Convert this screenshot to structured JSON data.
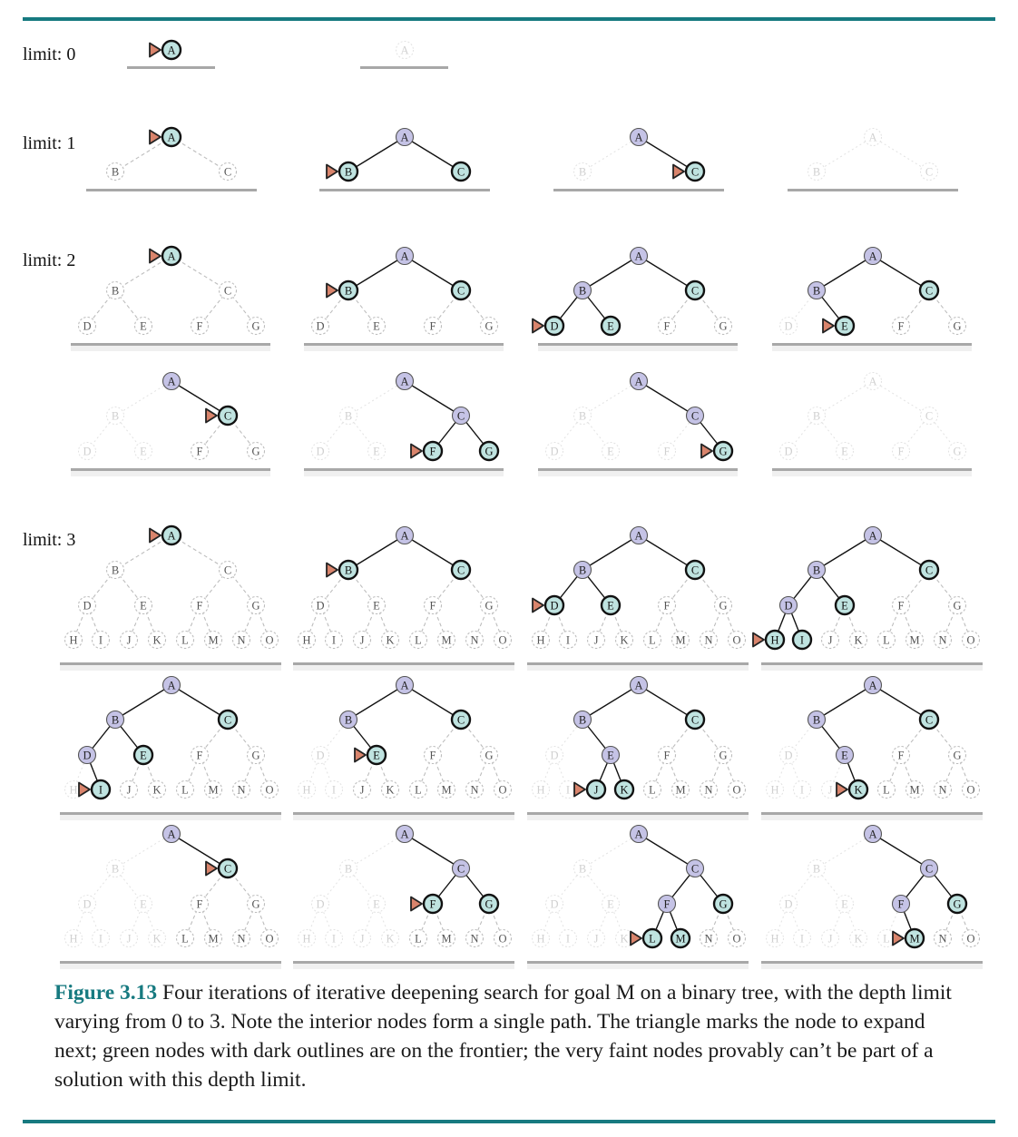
{
  "figure": {
    "row_labels": [
      "limit: 0",
      "limit: 1",
      "limit: 2",
      "limit: 3"
    ],
    "node_names": [
      "A",
      "B",
      "C",
      "D",
      "E",
      "F",
      "G",
      "H",
      "I",
      "J",
      "K",
      "L",
      "M",
      "N",
      "O"
    ],
    "colors": {
      "rule": "#177a80",
      "interior": "#c5c3e6",
      "frontier": "#bfe3e0",
      "marker": "#d9846c",
      "dark": "#111111",
      "dashed": "#bdbdbd",
      "faint": "#e2e2e2",
      "baseline": "#a8a8a8"
    },
    "legend_meaning": {
      "interior": "expanded interior node on current path",
      "frontier": "green node with dark outline = on the frontier",
      "marker": "triangle marks the node to expand next",
      "unexplored": "dashed = not yet generated",
      "faint": "very faint = provably can't be part of a solution"
    },
    "snapshots": [
      {
        "id": "L0-1",
        "limit": 0,
        "marker": "A",
        "interior": [],
        "frontier": [
          "A"
        ],
        "faint": []
      },
      {
        "id": "L0-2",
        "limit": 0,
        "marker": null,
        "interior": [],
        "frontier": [],
        "faint": [
          "A"
        ]
      },
      {
        "id": "L1-1",
        "limit": 1,
        "marker": "A",
        "interior": [],
        "frontier": [
          "A"
        ],
        "faint": []
      },
      {
        "id": "L1-2",
        "limit": 1,
        "marker": "B",
        "interior": [
          "A"
        ],
        "frontier": [
          "B",
          "C"
        ],
        "faint": []
      },
      {
        "id": "L1-3",
        "limit": 1,
        "marker": "C",
        "interior": [
          "A"
        ],
        "frontier": [
          "C"
        ],
        "faint": [
          "B"
        ]
      },
      {
        "id": "L1-4",
        "limit": 1,
        "marker": null,
        "interior": [],
        "frontier": [],
        "faint": [
          "A",
          "B",
          "C"
        ]
      },
      {
        "id": "L2-1",
        "limit": 2,
        "marker": "A",
        "interior": [],
        "frontier": [
          "A"
        ],
        "faint": []
      },
      {
        "id": "L2-2",
        "limit": 2,
        "marker": "B",
        "interior": [
          "A"
        ],
        "frontier": [
          "B",
          "C"
        ],
        "faint": []
      },
      {
        "id": "L2-3",
        "limit": 2,
        "marker": "D",
        "interior": [
          "A",
          "B"
        ],
        "frontier": [
          "D",
          "E",
          "C"
        ],
        "faint": []
      },
      {
        "id": "L2-4",
        "limit": 2,
        "marker": "E",
        "interior": [
          "A",
          "B"
        ],
        "frontier": [
          "E",
          "C"
        ],
        "faint": [
          "D"
        ]
      },
      {
        "id": "L2-5",
        "limit": 2,
        "marker": "C",
        "interior": [
          "A"
        ],
        "frontier": [
          "C"
        ],
        "faint": [
          "B",
          "D",
          "E"
        ]
      },
      {
        "id": "L2-6",
        "limit": 2,
        "marker": "F",
        "interior": [
          "A",
          "C"
        ],
        "frontier": [
          "F",
          "G"
        ],
        "faint": [
          "B",
          "D",
          "E"
        ]
      },
      {
        "id": "L2-7",
        "limit": 2,
        "marker": "G",
        "interior": [
          "A",
          "C"
        ],
        "frontier": [
          "G"
        ],
        "faint": [
          "B",
          "D",
          "E",
          "F"
        ]
      },
      {
        "id": "L2-8",
        "limit": 2,
        "marker": null,
        "interior": [],
        "frontier": [],
        "faint": [
          "A",
          "B",
          "C",
          "D",
          "E",
          "F",
          "G"
        ]
      },
      {
        "id": "L3-1",
        "limit": 3,
        "marker": "A",
        "interior": [],
        "frontier": [
          "A"
        ],
        "faint": []
      },
      {
        "id": "L3-2",
        "limit": 3,
        "marker": "B",
        "interior": [
          "A"
        ],
        "frontier": [
          "B",
          "C"
        ],
        "faint": []
      },
      {
        "id": "L3-3",
        "limit": 3,
        "marker": "D",
        "interior": [
          "A",
          "B"
        ],
        "frontier": [
          "D",
          "E",
          "C"
        ],
        "faint": []
      },
      {
        "id": "L3-4",
        "limit": 3,
        "marker": "H",
        "interior": [
          "A",
          "B",
          "D"
        ],
        "frontier": [
          "H",
          "I",
          "E",
          "C"
        ],
        "faint": []
      },
      {
        "id": "L3-5",
        "limit": 3,
        "marker": "I",
        "interior": [
          "A",
          "B",
          "D"
        ],
        "frontier": [
          "I",
          "E",
          "C"
        ],
        "faint": [
          "H"
        ]
      },
      {
        "id": "L3-6",
        "limit": 3,
        "marker": "E",
        "interior": [
          "A",
          "B"
        ],
        "frontier": [
          "E",
          "C"
        ],
        "faint": [
          "D",
          "H",
          "I"
        ]
      },
      {
        "id": "L3-7",
        "limit": 3,
        "marker": "J",
        "interior": [
          "A",
          "B",
          "E"
        ],
        "frontier": [
          "J",
          "K",
          "C"
        ],
        "faint": [
          "D",
          "H",
          "I"
        ]
      },
      {
        "id": "L3-8",
        "limit": 3,
        "marker": "K",
        "interior": [
          "A",
          "B",
          "E"
        ],
        "frontier": [
          "K",
          "C"
        ],
        "faint": [
          "D",
          "H",
          "I",
          "J"
        ]
      },
      {
        "id": "L3-9",
        "limit": 3,
        "marker": "C",
        "interior": [
          "A"
        ],
        "frontier": [
          "C"
        ],
        "faint": [
          "B",
          "D",
          "E",
          "H",
          "I",
          "J",
          "K"
        ]
      },
      {
        "id": "L3-10",
        "limit": 3,
        "marker": "F",
        "interior": [
          "A",
          "C"
        ],
        "frontier": [
          "F",
          "G"
        ],
        "faint": [
          "B",
          "D",
          "E",
          "H",
          "I",
          "J",
          "K"
        ]
      },
      {
        "id": "L3-11",
        "limit": 3,
        "marker": "L",
        "interior": [
          "A",
          "C",
          "F"
        ],
        "frontier": [
          "L",
          "M",
          "G"
        ],
        "faint": [
          "B",
          "D",
          "E",
          "H",
          "I",
          "J",
          "K"
        ]
      },
      {
        "id": "L3-12",
        "limit": 3,
        "marker": "M",
        "interior": [
          "A",
          "C",
          "F"
        ],
        "frontier": [
          "M",
          "G"
        ],
        "faint": [
          "B",
          "D",
          "E",
          "H",
          "I",
          "J",
          "K",
          "L"
        ]
      }
    ]
  },
  "caption": {
    "label": "Figure 3.13",
    "text": "Four iterations of iterative deepening search for goal M on a binary tree, with the depth limit varying from 0 to 3. Note the interior nodes form a single path. The triangle marks the node to expand next; green nodes with dark outlines are on the frontier; the very faint nodes provably can’t be part of a solution with this depth limit."
  }
}
